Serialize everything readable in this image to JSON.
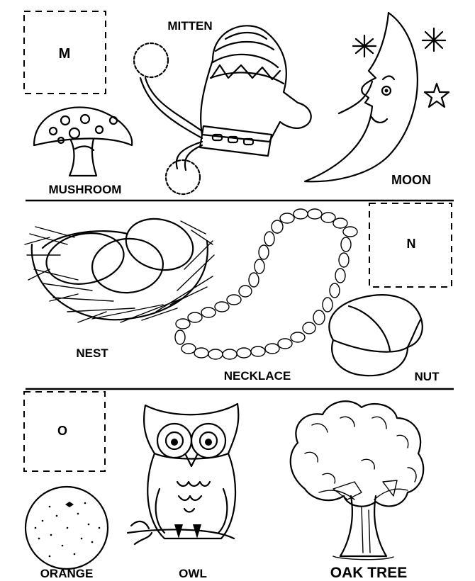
{
  "sections": [
    {
      "letter": "M",
      "items": [
        "MITTEN",
        "MUSHROOM",
        "MOON"
      ]
    },
    {
      "letter": "N",
      "items": [
        "NEST",
        "NECKLACE",
        "NUT"
      ]
    },
    {
      "letter": "O",
      "items": [
        "ORANGE",
        "OWL",
        "OAK TREE"
      ]
    }
  ]
}
